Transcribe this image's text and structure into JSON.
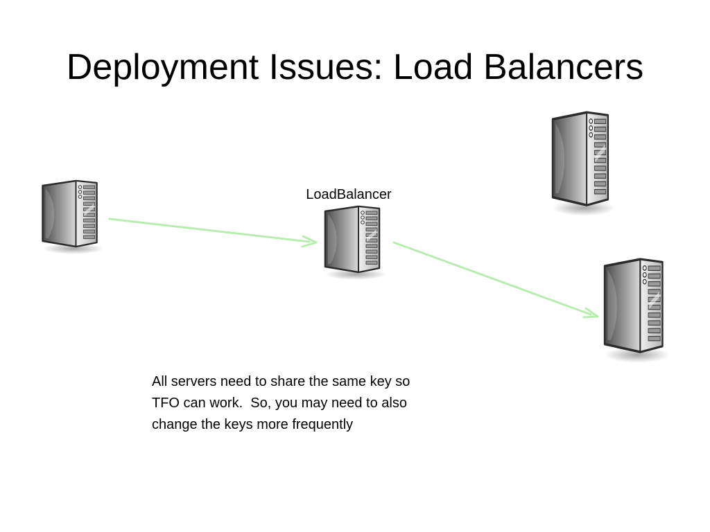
{
  "slide": {
    "title": "Deployment Issues: Load Balancers"
  },
  "diagram": {
    "nodes": [
      {
        "id": "client",
        "label": ""
      },
      {
        "id": "load-balancer",
        "label": "LoadBalancer"
      },
      {
        "id": "server-top",
        "label": ""
      },
      {
        "id": "server-bottom",
        "label": ""
      }
    ],
    "edges": [
      {
        "from": "client",
        "to": "load-balancer"
      },
      {
        "from": "load-balancer",
        "to": "server-bottom"
      }
    ],
    "arrow_color": "#b8edb0"
  },
  "note": {
    "lines": [
      "All servers need to share the same key so",
      "TFO can work.  So, you may need to also",
      "change the keys more frequently"
    ]
  }
}
